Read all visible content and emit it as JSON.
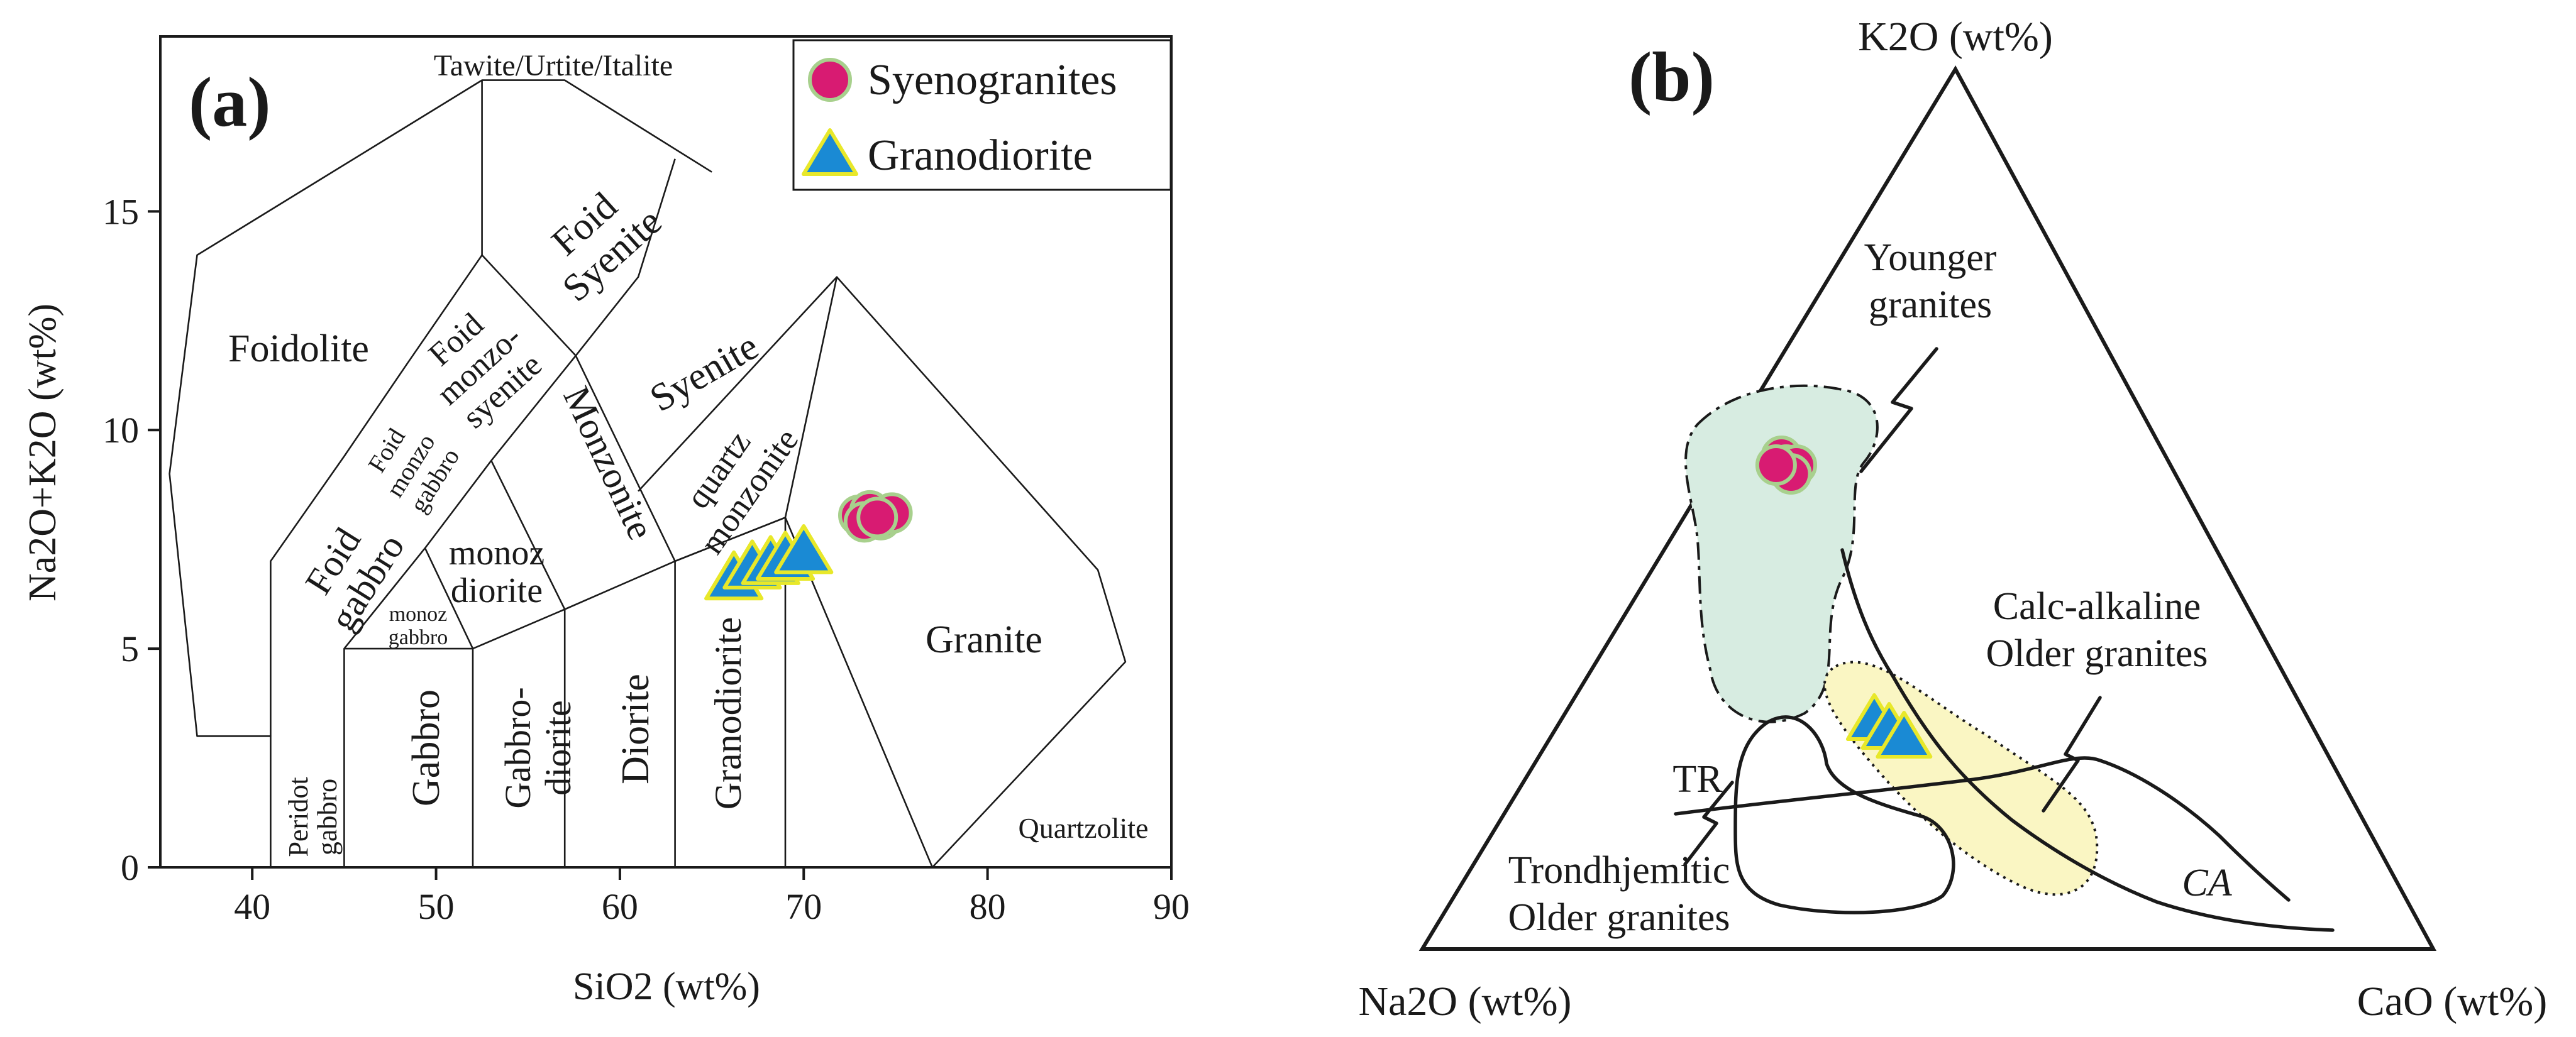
{
  "chart_data": [
    {
      "type": "scatter",
      "panel_label": "(a)",
      "xlabel": "SiO2 (wt%)",
      "ylabel": "Na2O+K2O (wt%)",
      "xlim": [
        35,
        90
      ],
      "ylim": [
        0,
        19
      ],
      "x_ticks": [
        40,
        50,
        60,
        70,
        80,
        90
      ],
      "y_ticks": [
        0,
        5,
        10,
        15
      ],
      "grid": false,
      "legend_position": "top-right",
      "series": [
        {
          "name": "Syenogranites",
          "color": "#d81b72",
          "edge": "#a8d08d",
          "marker": "circle",
          "points": [
            [
              73.0,
              8.05
            ],
            [
              73.6,
              8.15
            ],
            [
              74.2,
              7.95
            ],
            [
              74.8,
              8.1
            ],
            [
              73.3,
              7.9
            ],
            [
              74.0,
              8.0
            ]
          ]
        },
        {
          "name": "Granodiorite",
          "color": "#1a8ad4",
          "edge": "#e8e82a",
          "marker": "triangle",
          "points": [
            [
              66.2,
              6.6
            ],
            [
              67.2,
              6.85
            ],
            [
              68.2,
              6.95
            ],
            [
              69.0,
              7.05
            ],
            [
              70.0,
              7.2
            ]
          ]
        }
      ],
      "field_labels": [
        "Tawite/Urtite/Italite",
        "Foidolite",
        "Foid",
        "Syenite",
        "Foid",
        "monzo-",
        "syenite",
        "Foid",
        "monzo",
        "gabbro",
        "Foid",
        "gabbro",
        "Syenite",
        "quartz",
        "monzonite",
        "Monzonite",
        "monoz",
        "diorite",
        "monoz",
        "gabbro",
        "Granite",
        "Peridot",
        "gabbro",
        "Gabbro",
        "Gabbro-",
        "diorite",
        "Diorite",
        "Granodiorite",
        "Quartzolite"
      ]
    },
    {
      "type": "scatter",
      "subtype": "ternary",
      "panel_label": "(b)",
      "apex_top": "K2O (wt%)",
      "apex_left": "Na2O (wt%)",
      "apex_right": "CaO (wt%)",
      "field_labels": [
        "Younger",
        "granites",
        "Calc-alkaline",
        "Older granites",
        "TR",
        "Trondhjemitic",
        "Older granites",
        "CA"
      ],
      "series": [
        {
          "name": "Syenogranites",
          "color": "#d81b72",
          "edge": "#a8d08d",
          "marker": "circle",
          "points": [
            [
              0.56,
              0.38,
              0.06
            ],
            [
              0.55,
              0.38,
              0.07
            ],
            [
              0.55,
              0.37,
              0.08
            ],
            [
              0.54,
              0.38,
              0.08
            ],
            [
              0.55,
              0.39,
              0.06
            ]
          ]
        },
        {
          "name": "Granodiorite",
          "color": "#1a8ad4",
          "edge": "#e8e82a",
          "marker": "triangle",
          "points": [
            [
              0.26,
              0.43,
              0.31
            ],
            [
              0.25,
              0.42,
              0.33
            ],
            [
              0.24,
              0.41,
              0.35
            ]
          ]
        }
      ]
    }
  ]
}
